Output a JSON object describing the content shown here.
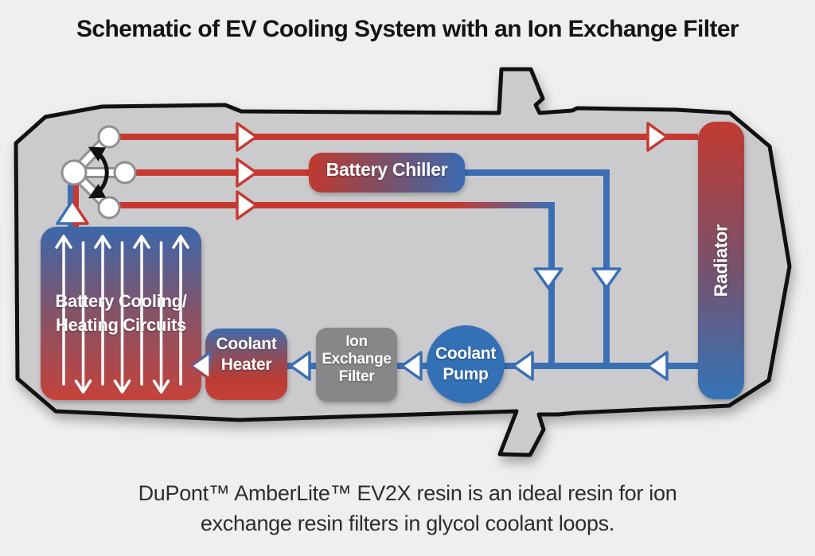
{
  "title": "Schematic of EV Cooling System with an Ion Exchange Filter",
  "caption": {
    "line1": "DuPont™ AmberLite™ EV2X resin is an ideal resin for ion",
    "line2": "exchange resin filters in glycol coolant loops."
  },
  "components": {
    "battery_chiller": {
      "label": "Battery Chiller"
    },
    "radiator": {
      "label": "Radiator"
    },
    "battery_circuits": {
      "line1": "Battery Cooling/",
      "line2": "Heating Circuits"
    },
    "coolant_heater": {
      "line1": "Coolant",
      "line2": "Heater"
    },
    "ion_exchange_filter": {
      "line1": "Ion",
      "line2": "Exchange",
      "line3": "Filter"
    },
    "coolant_pump": {
      "line1": "Coolant",
      "line2": "Pump"
    }
  },
  "colors": {
    "hot_coolant": "#c63931",
    "cold_coolant": "#3a6fb4",
    "car_body_fill": "#cbcbcd",
    "car_outline": "#111111",
    "filter_gray": "#87878a",
    "background": "#efeff1"
  }
}
